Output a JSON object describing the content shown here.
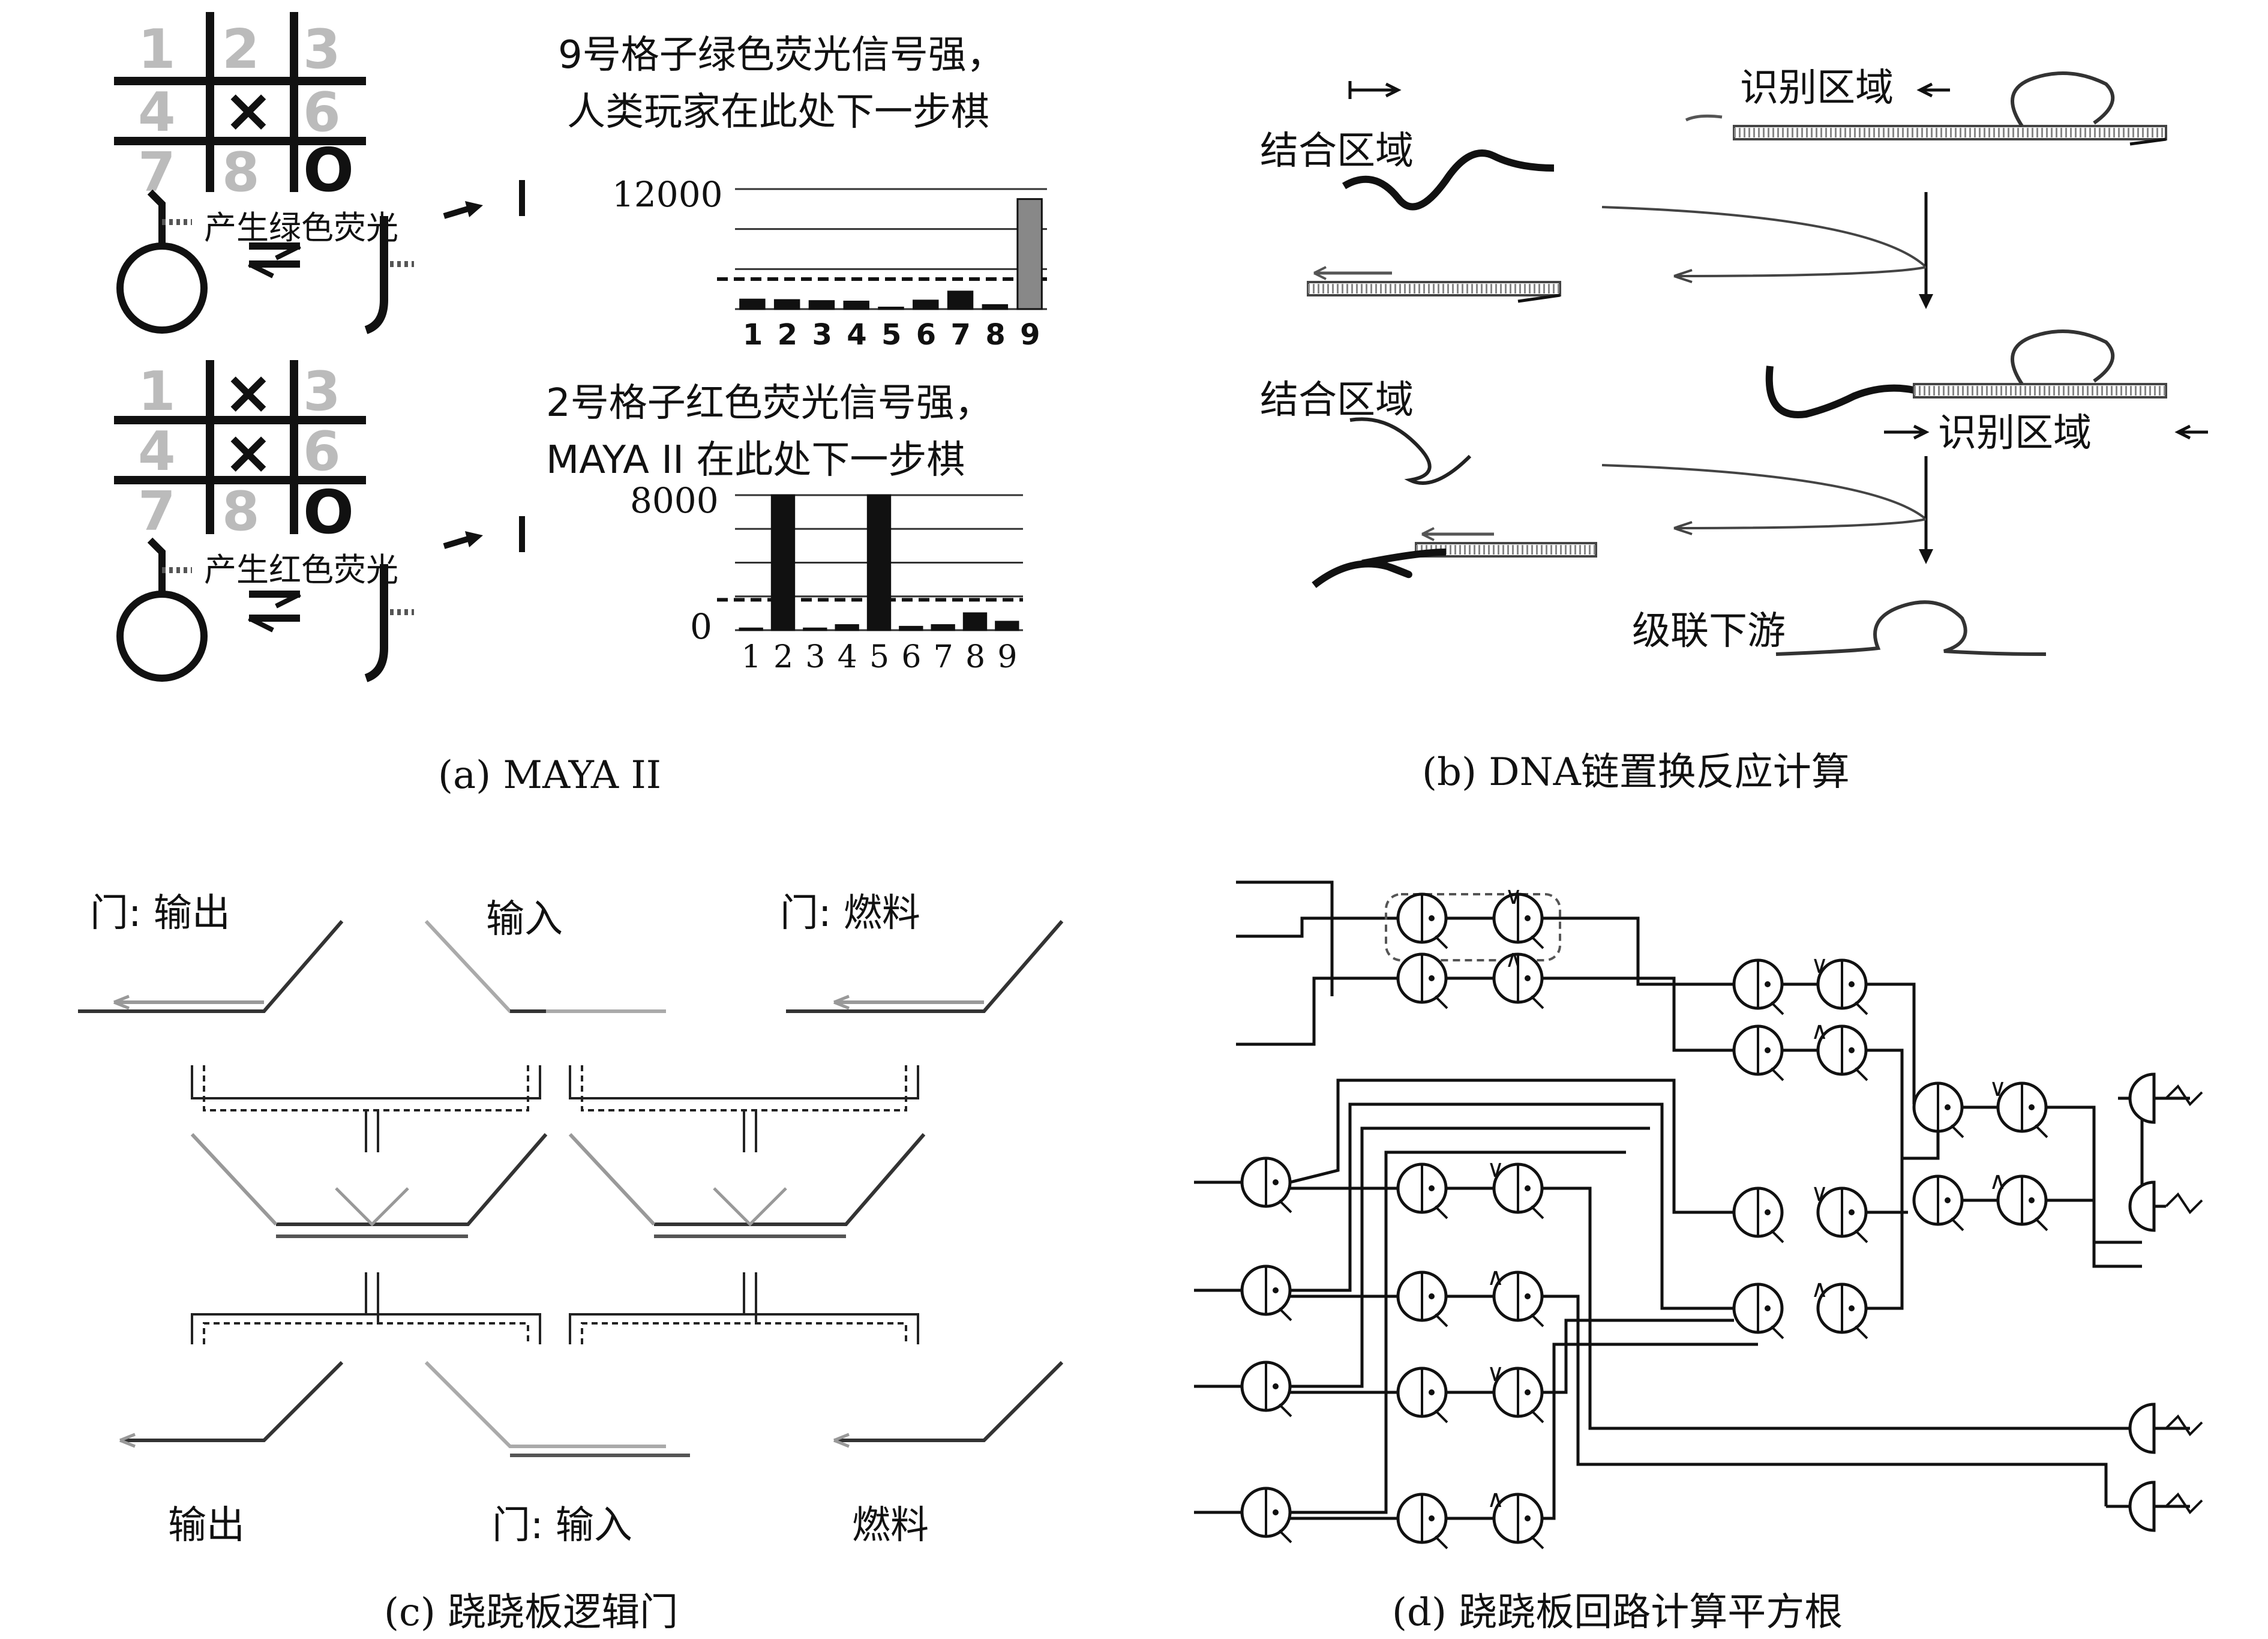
{
  "panel_a": {
    "caption": "(a) MAYA II",
    "top": {
      "grid": [
        "1",
        "2",
        "3",
        "4",
        "×",
        "6",
        "7",
        "8",
        "O"
      ],
      "text_line1": "9号格子绿色荧光信号强，",
      "text_line2": "人类玩家在此处下一步棋",
      "fluor_label": "产生绿色荧光",
      "chart_y_top": "12000",
      "x_ticks": [
        "1",
        "2",
        "3",
        "4",
        "5",
        "6",
        "7",
        "8",
        "9"
      ]
    },
    "bottom": {
      "grid": [
        "1",
        "×",
        "3",
        "4",
        "×",
        "6",
        "7",
        "8",
        "O"
      ],
      "text_line1": "2号格子红色荧光信号强，",
      "text_line2": "MAYA II 在此处下一步棋",
      "fluor_label": "产生红色荧光",
      "chart_y_top": "8000",
      "chart_y_bottom": "0",
      "x_ticks": [
        "1",
        "2",
        "3",
        "4",
        "5",
        "6",
        "7",
        "8",
        "9"
      ]
    }
  },
  "panel_b": {
    "caption": "(b) DNA链置换反应计算",
    "binding_region_1": "结合区域",
    "recognition_region_1": "识别区域",
    "binding_region_2": "结合区域",
    "recognition_region_2": "识别区域",
    "cascade_downstream": "级联下游"
  },
  "panel_c": {
    "caption": "(c) 跷跷板逻辑门",
    "gate_output": "门: 输出",
    "input": "输入",
    "gate_fuel": "门: 燃料",
    "output": "输出",
    "gate_input": "门: 输入",
    "fuel": "燃料"
  },
  "panel_d": {
    "caption": "(d) 跷跷板回路计算平方根",
    "op_or": "∨",
    "op_and": "∧"
  },
  "chart_data": [
    {
      "type": "bar",
      "categories": [
        "1",
        "2",
        "3",
        "4",
        "5",
        "6",
        "7",
        "8",
        "9"
      ],
      "values": [
        950,
        900,
        800,
        750,
        150,
        850,
        1750,
        400,
        11000
      ],
      "ylim": [
        0,
        12000
      ],
      "threshold": 3000
    },
    {
      "type": "bar",
      "categories": [
        "1",
        "2",
        "3",
        "4",
        "5",
        "6",
        "7",
        "8",
        "9"
      ],
      "values": [
        100,
        8000,
        100,
        300,
        8000,
        200,
        300,
        1000,
        500
      ],
      "ylim": [
        0,
        8000
      ],
      "threshold": 1800
    }
  ]
}
